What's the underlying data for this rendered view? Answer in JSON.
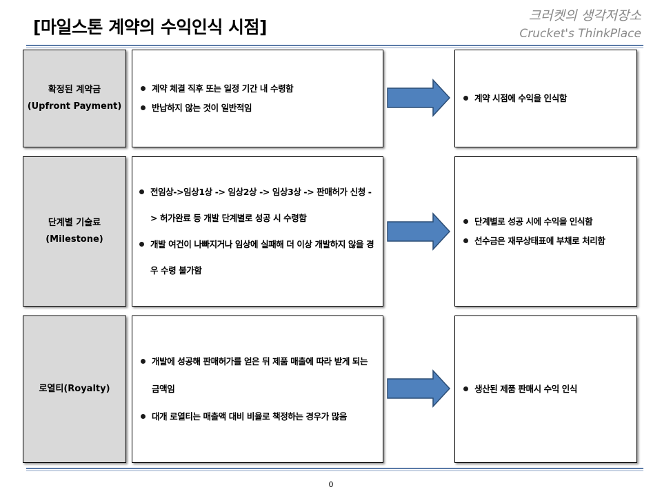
{
  "header": {
    "title": "[마일스톤 계약의 수익인식 시점]",
    "brand_ko": "크러켓의 생각저장소",
    "brand_en": "Crucket's ThinkPlace"
  },
  "rows": [
    {
      "label_line1": "확정된 계약금",
      "label_line2": "(Upfront Payment)",
      "conditions": [
        "계약 체결 직후 또는 일정 기간 내 수령함",
        "반납하지 않는 것이 일반적임"
      ],
      "results": [
        "계약 시점에 수익을 인식함"
      ]
    },
    {
      "label_line1": "단계별 기술료",
      "label_line2": "(Milestone)",
      "conditions": [
        "전임상->임상1상 -> 임상2상 -> 임상3상 -> 판매허가 신청 -> 허가완료 등 개발 단계별로 성공 시 수령함",
        "개발 여건이 나빠지거나 임상에 실패해 더 이상 개발하지 않을 경우 수령 불가함"
      ],
      "results": [
        "단계별로 성공 시에 수익을 인식함",
        "선수금은 재무상태표에 부채로 처리함"
      ]
    },
    {
      "label_line1": "로열티(Royalty)",
      "label_line2": "",
      "conditions": [
        "개발에 성공해 판매허가를 얻은 뒤 제품 매출에 따라 받게 되는 금액임",
        "대개 로열티는 매출액 대비 비율로 책정하는 경우가 많음"
      ],
      "results": [
        "생산된 제품 판매시 수익 인식"
      ]
    }
  ],
  "footer": {
    "page_number": "0"
  },
  "colors": {
    "arrow_fill": "#4f81bd",
    "arrow_stroke": "#2c4d75",
    "label_bg": "#d9d9d9",
    "rule": "#5a7aa8"
  }
}
